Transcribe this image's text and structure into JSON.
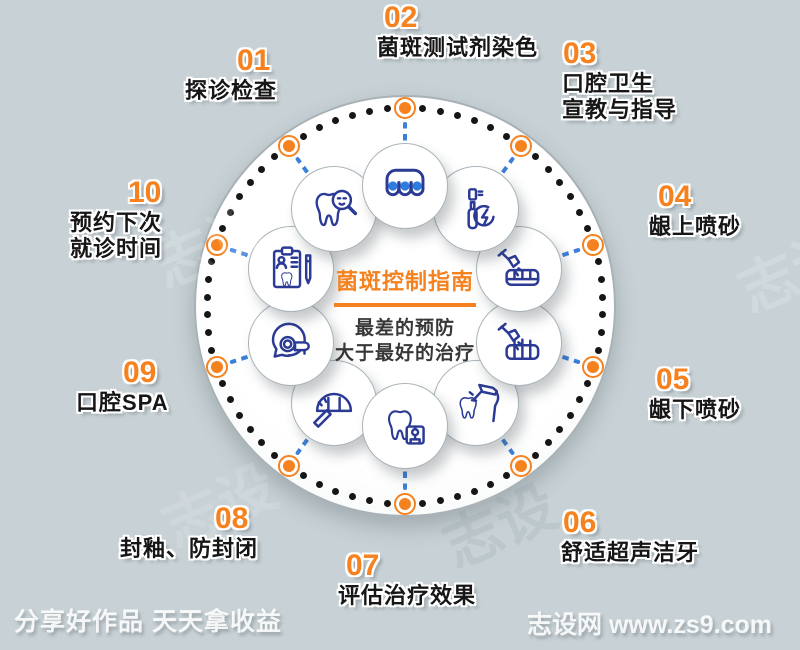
{
  "center": {
    "title": "菌斑控制指南",
    "subtitle": "最差的预防\n大于最好的治疗"
  },
  "items": [
    {
      "num": "01",
      "label": "探诊检查",
      "icon": "tooth-magnifier-icon"
    },
    {
      "num": "02",
      "label": "菌斑测试剂染色",
      "icon": "stained-teeth-icon"
    },
    {
      "num": "03",
      "label": "口腔卫生\n宣教与指导",
      "icon": "electric-toothbrush-icon"
    },
    {
      "num": "04",
      "label": "龈上喷砂",
      "icon": "supragingival-sandblast-icon"
    },
    {
      "num": "05",
      "label": "龈下喷砂",
      "icon": "subgingival-sandblast-icon"
    },
    {
      "num": "06",
      "label": "舒适超声洁牙",
      "icon": "ultrasonic-scaler-icon"
    },
    {
      "num": "07",
      "label": "评估治疗效果",
      "icon": "tooth-floss-icon"
    },
    {
      "num": "08",
      "label": "封釉、防封闭",
      "icon": "sealant-teeth-icon"
    },
    {
      "num": "09",
      "label": "口腔SPA",
      "icon": "oral-spa-face-icon"
    },
    {
      "num": "10",
      "label": "预约下次\n就诊时间",
      "icon": "appointment-record-icon"
    }
  ],
  "footer": {
    "left": "分享好作品 天天拿收益",
    "right": "志设网 www.zs9.com"
  },
  "watermark": {
    "text": "志设"
  },
  "colors": {
    "background": "#c8d2d6",
    "accent_orange": "#f5821f",
    "icon_navy": "#2b3a94",
    "link_blue": "#3b7fd9",
    "dot_black": "#161616",
    "label_black": "#161616"
  }
}
